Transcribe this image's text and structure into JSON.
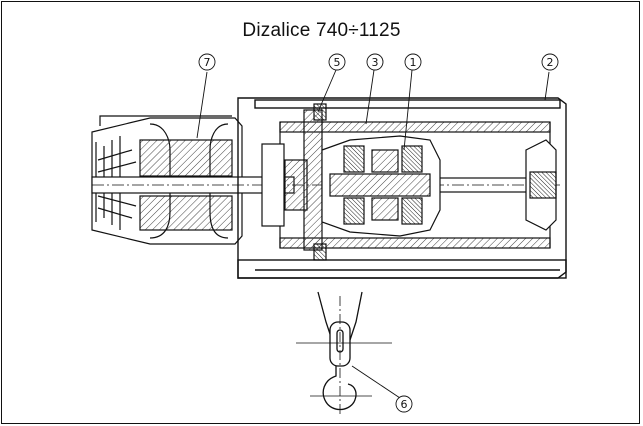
{
  "title": "Dizalice 740÷1125",
  "callouts": {
    "c1": "1",
    "c2": "2",
    "c3": "3",
    "c5": "5",
    "c6": "6",
    "c7": "7"
  },
  "colors": {
    "line": "#111111",
    "hatch": "#555555",
    "background": "#ffffff"
  }
}
